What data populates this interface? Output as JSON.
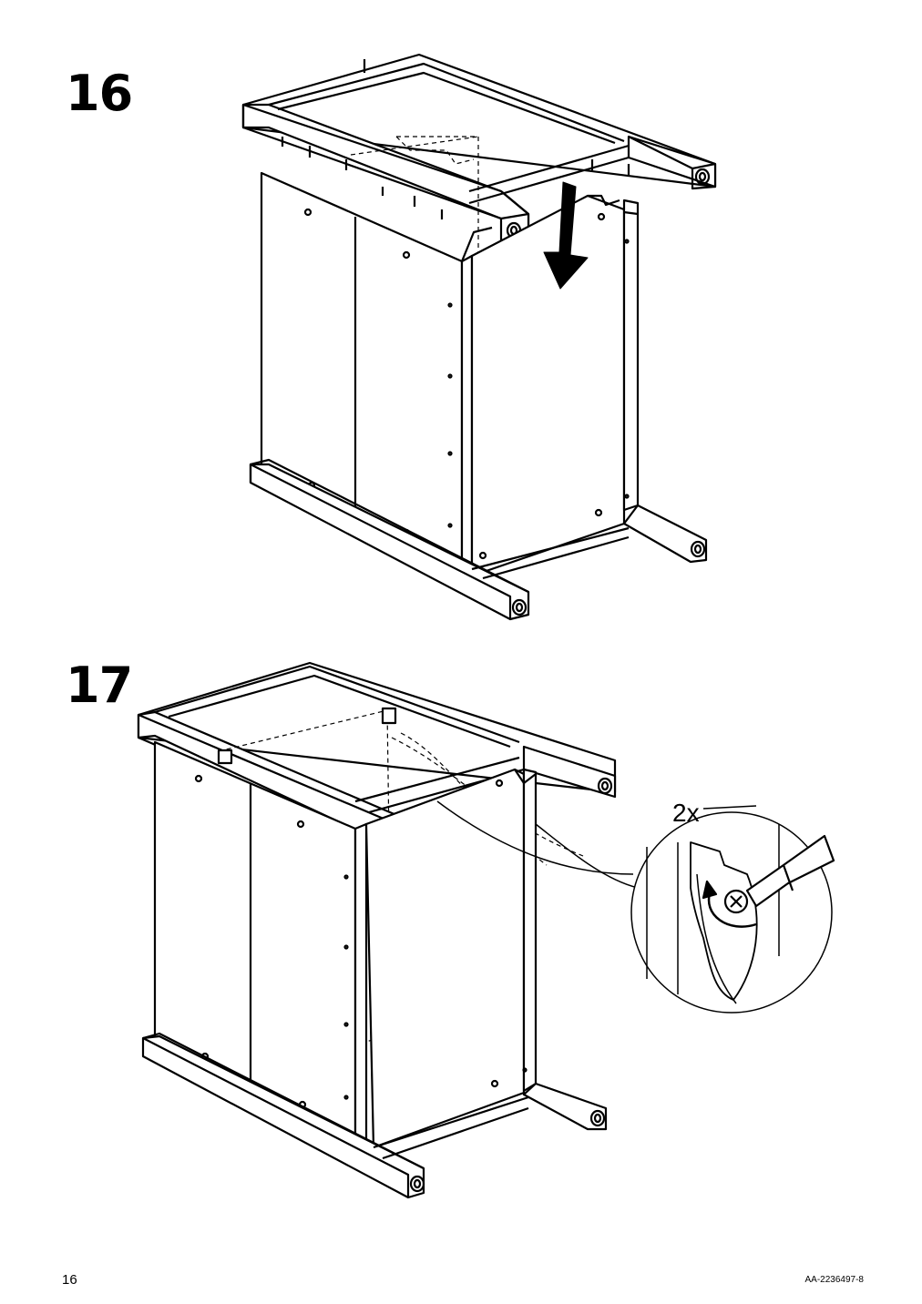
{
  "steps": [
    {
      "number": "16"
    },
    {
      "number": "17",
      "detail_quantity": "2x"
    }
  ],
  "footer": {
    "page_number": "16",
    "document_code": "AA-2236497-8"
  },
  "icons": [
    "down-arrow-icon",
    "screwdriver-icon",
    "rotate-clockwise-icon"
  ]
}
